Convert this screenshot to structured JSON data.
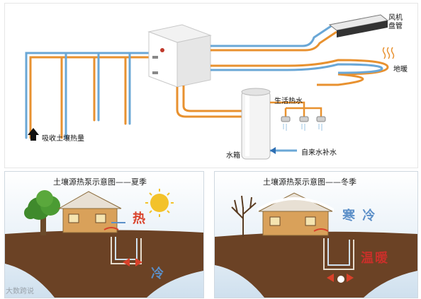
{
  "top": {
    "fan_coil_label": "风机\n盘管",
    "floor_heating_label": "地暖",
    "hot_water_label": "生活热水",
    "tank_label": "水箱",
    "inlet_label": "自来水补水",
    "absorb_label": "吸收土壤热量"
  },
  "summer": {
    "title": "土壤源热泵示意图——夏季",
    "hot_label": "热",
    "cold_label": "冷"
  },
  "winter": {
    "title": "土壤源热泵示意图——冬季",
    "cold_label": "寒 冷",
    "warm_label": "温暖"
  },
  "watermark": "大数跨说",
  "colors": {
    "orange_pipe": "#e8912f",
    "blue_pipe": "#6aa7d6",
    "soil": "#6b4225",
    "house": "#d9a15a",
    "hot_red": "#d9412a",
    "cold_blue": "#5b8fc8",
    "warm_red": "#c9302a",
    "sun": "#f3c22a"
  }
}
